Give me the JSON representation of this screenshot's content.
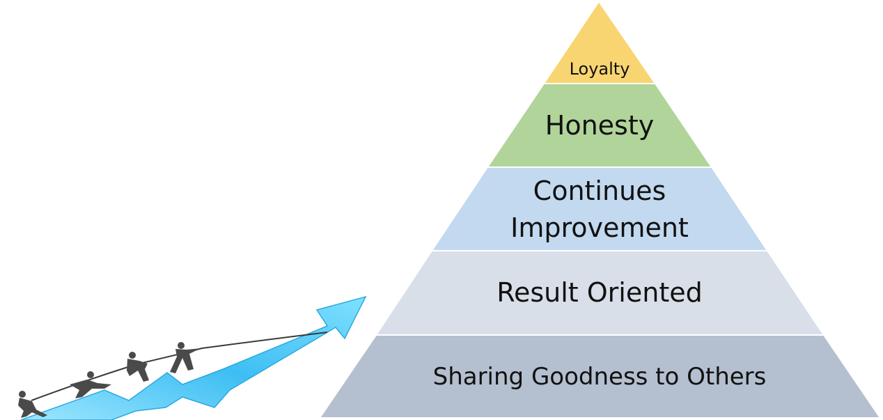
{
  "pyramid": {
    "tiers": [
      {
        "label": "Loyalty",
        "color": "#f9d572"
      },
      {
        "label": "Honesty",
        "color": "#b1d49a"
      },
      {
        "label": "Continues",
        "label_line2": "Improvement",
        "color": "#c2d9ef"
      },
      {
        "label": "Result Oriented",
        "color": "#d9dfe8"
      },
      {
        "label": "Sharing Goodness to Others",
        "color": "#b4bfcf"
      }
    ]
  },
  "illustration": {
    "arrow_color": "#4cc6f3",
    "figure_color": "#4a4a4a"
  }
}
